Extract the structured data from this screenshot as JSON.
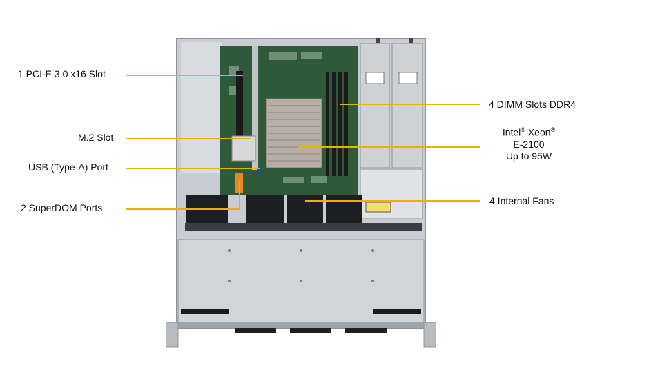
{
  "labels": {
    "pcie": "1 PCI-E 3.0 x16 Slot",
    "m2": "M.2 Slot",
    "usb": "USB (Type-A) Port",
    "superdom": "2 SuperDOM Ports",
    "dimm": "4 DIMM Slots DDR4",
    "cpu_brand": "Intel",
    "cpu_reg1": "®",
    "cpu_family": "Xeon",
    "cpu_reg2": "®",
    "cpu_model": "E-2100",
    "cpu_tdp": "Up to 95W",
    "fans": "4 Internal  Fans"
  },
  "colors": {
    "leader": "#e6b400",
    "chassis_metal": "#c9ccd0",
    "chassis_dark": "#8e9399",
    "board_green": "#2f5a3a",
    "heatsink": "#b8aea6",
    "fan_black": "#1d1f22",
    "psu": "#cfd2d5"
  }
}
